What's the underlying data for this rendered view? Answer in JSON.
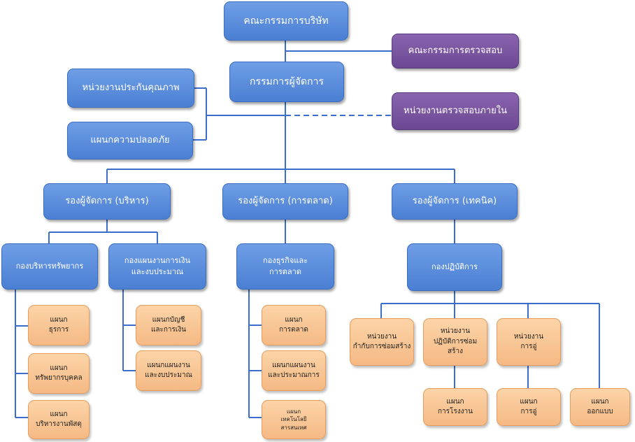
{
  "nodes": {
    "board": "คณะกรรมการบริษัท",
    "md": "กรรมการผู้จัดการ",
    "audit_committee": "คณะกรรมการตรวจสอบ",
    "internal_audit": "หน่วยงานตรวจสอบภายใน",
    "qa": "หน่วยงานประกันคุณภาพ",
    "safety": "แผนกความปลอดภัย",
    "vp_admin": "รองผู้จัดการ (บริหาร)",
    "vp_marketing": "รองผู้จัดการ (การตลาด)",
    "vp_technical": "รองผู้จัดการ (เทคนิค)",
    "hr_div": "กองบริหารทรัพยากร",
    "finance_div": "กองแผนงานการเงิน\nและงบประมาณ",
    "business_div": "กองธุรกิจและ\nการตลาด",
    "ops_div": "กองปฏิบัติการ",
    "dept_general": "แผนก\nธุรการ",
    "dept_hr": "แผนก\nทรัพยากรบุคคล",
    "dept_supplies": "แผนก\nบริหารงานพัสดุ",
    "dept_accounting": "แผนกบัญชี\nและการเงิน",
    "dept_planning": "แผนกแผนงาน\nและงบประมาณ",
    "dept_marketing": "แผนก\nการตลาด",
    "dept_mkt_planning": "แผนกแผนงาน\nและประมาณการ",
    "dept_it": "แผนก\nเทคโนโลยี\nสารสนเทศ",
    "unit_repair_control": "หน่วยงาน\nกำกับการซ่อมสร้าง",
    "unit_repair_ops": "หน่วยงาน\nปฏิบัติการซ่อม\nสร้าง",
    "unit_dock": "หน่วยงาน\nการอู่",
    "dept_factory": "แผนก\nการโรงงาน",
    "dept_dock": "แผนก\nการอู่",
    "dept_design": "แผนก\nออกแบบ"
  }
}
